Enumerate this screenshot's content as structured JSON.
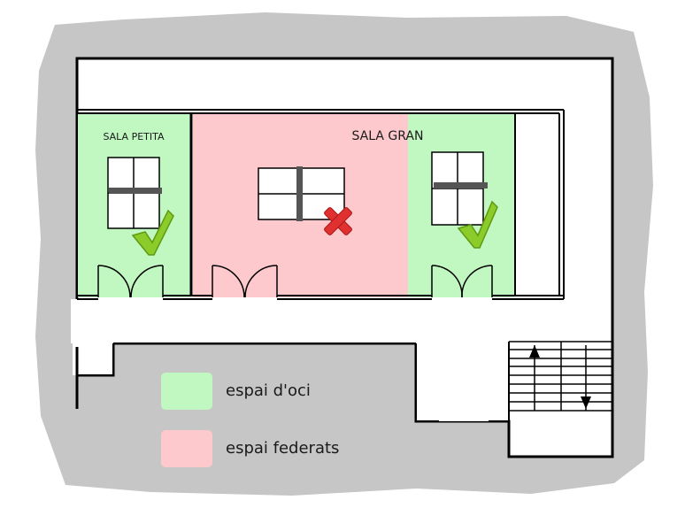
{
  "rooms": {
    "sala_petita": {
      "label": "SALA PETITA",
      "color": "#c1f7c1",
      "status": "allowed"
    },
    "sala_gran": {
      "label": "SALA GRAN"
    }
  },
  "zones": {
    "oci": {
      "color": "#c1f7c1"
    },
    "federats": {
      "color": "#fdc9cd"
    }
  },
  "legend": {
    "items": [
      {
        "label": "espai d'oci",
        "color": "#c1f7c1"
      },
      {
        "label": "espai federats",
        "color": "#fdc9cd"
      }
    ]
  },
  "icons": {
    "allowed": "checkmark-icon",
    "forbidden": "cross-icon"
  },
  "colors": {
    "outside": "#c6c6c6",
    "walls": "#000000",
    "check": "#8ccc2a",
    "cross": "#e03030"
  }
}
